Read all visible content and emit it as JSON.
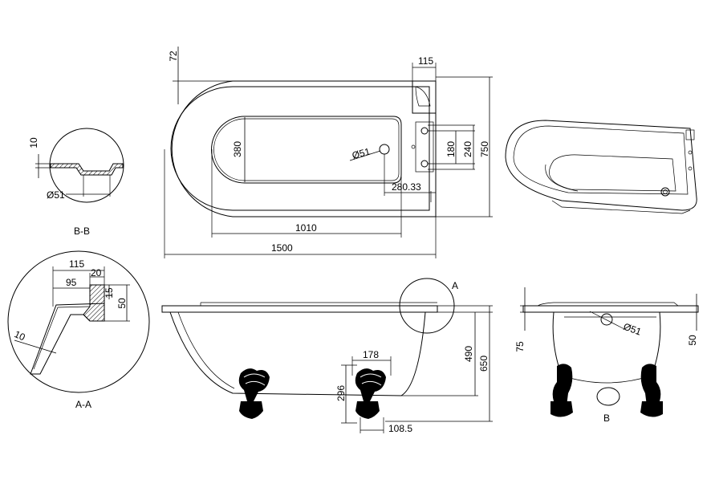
{
  "plan_view": {
    "dim_72": "72",
    "dim_115": "115",
    "dim_380": "380",
    "dim_51": "Ø51",
    "dim_180": "180",
    "dim_240": "240",
    "dim_750": "750",
    "dim_280": "280.33",
    "dim_1010": "1010",
    "dim_1500": "1500"
  },
  "detail_bb": {
    "dim_10": "10",
    "dim_51": "Ø51",
    "caption": "B-B"
  },
  "detail_aa": {
    "dim_115": "115",
    "dim_20": "20",
    "dim_95": "95",
    "dim_15": "15",
    "dim_50": "50",
    "dim_10": "10",
    "caption": "A-A"
  },
  "side_view": {
    "marker_a": "A",
    "dim_178": "178",
    "dim_296": "296",
    "dim_108": "108.5",
    "dim_490": "490",
    "dim_650": "650"
  },
  "end_view": {
    "dim_75": "75",
    "dim_51": "Ø51",
    "dim_50": "50",
    "caption": "B"
  }
}
